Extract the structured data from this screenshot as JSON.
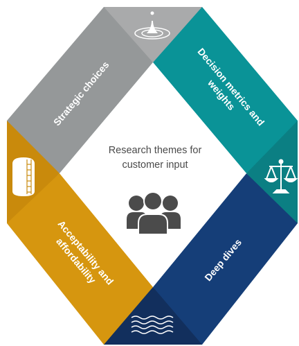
{
  "center": {
    "line1": "Research themes for",
    "line2": "customer input",
    "icon": "people-group-icon"
  },
  "segments": [
    {
      "key": "strategic",
      "label": "Strategic choices",
      "color": "#959899",
      "corner_icon": "water-drop-icon"
    },
    {
      "key": "decision",
      "label_line1": "Decision metrics and",
      "label_line2": "weights",
      "color": "#0a9397",
      "corner_icon": "scales-icon"
    },
    {
      "key": "deep",
      "label": "Deep dives",
      "color": "#153e78",
      "corner_icon": "water-waves-icon"
    },
    {
      "key": "acceptable",
      "label_line1": "Acceptability and",
      "label_line2": "affordability",
      "color": "#d6960f",
      "corner_icon": "water-tank-icon"
    }
  ],
  "colors": {
    "corner_top": "#a9aaab",
    "corner_right": "#0b7f83",
    "corner_bottom": "#122f5d",
    "corner_left": "#c98a0c",
    "people_icon": "#4b4b4b"
  }
}
